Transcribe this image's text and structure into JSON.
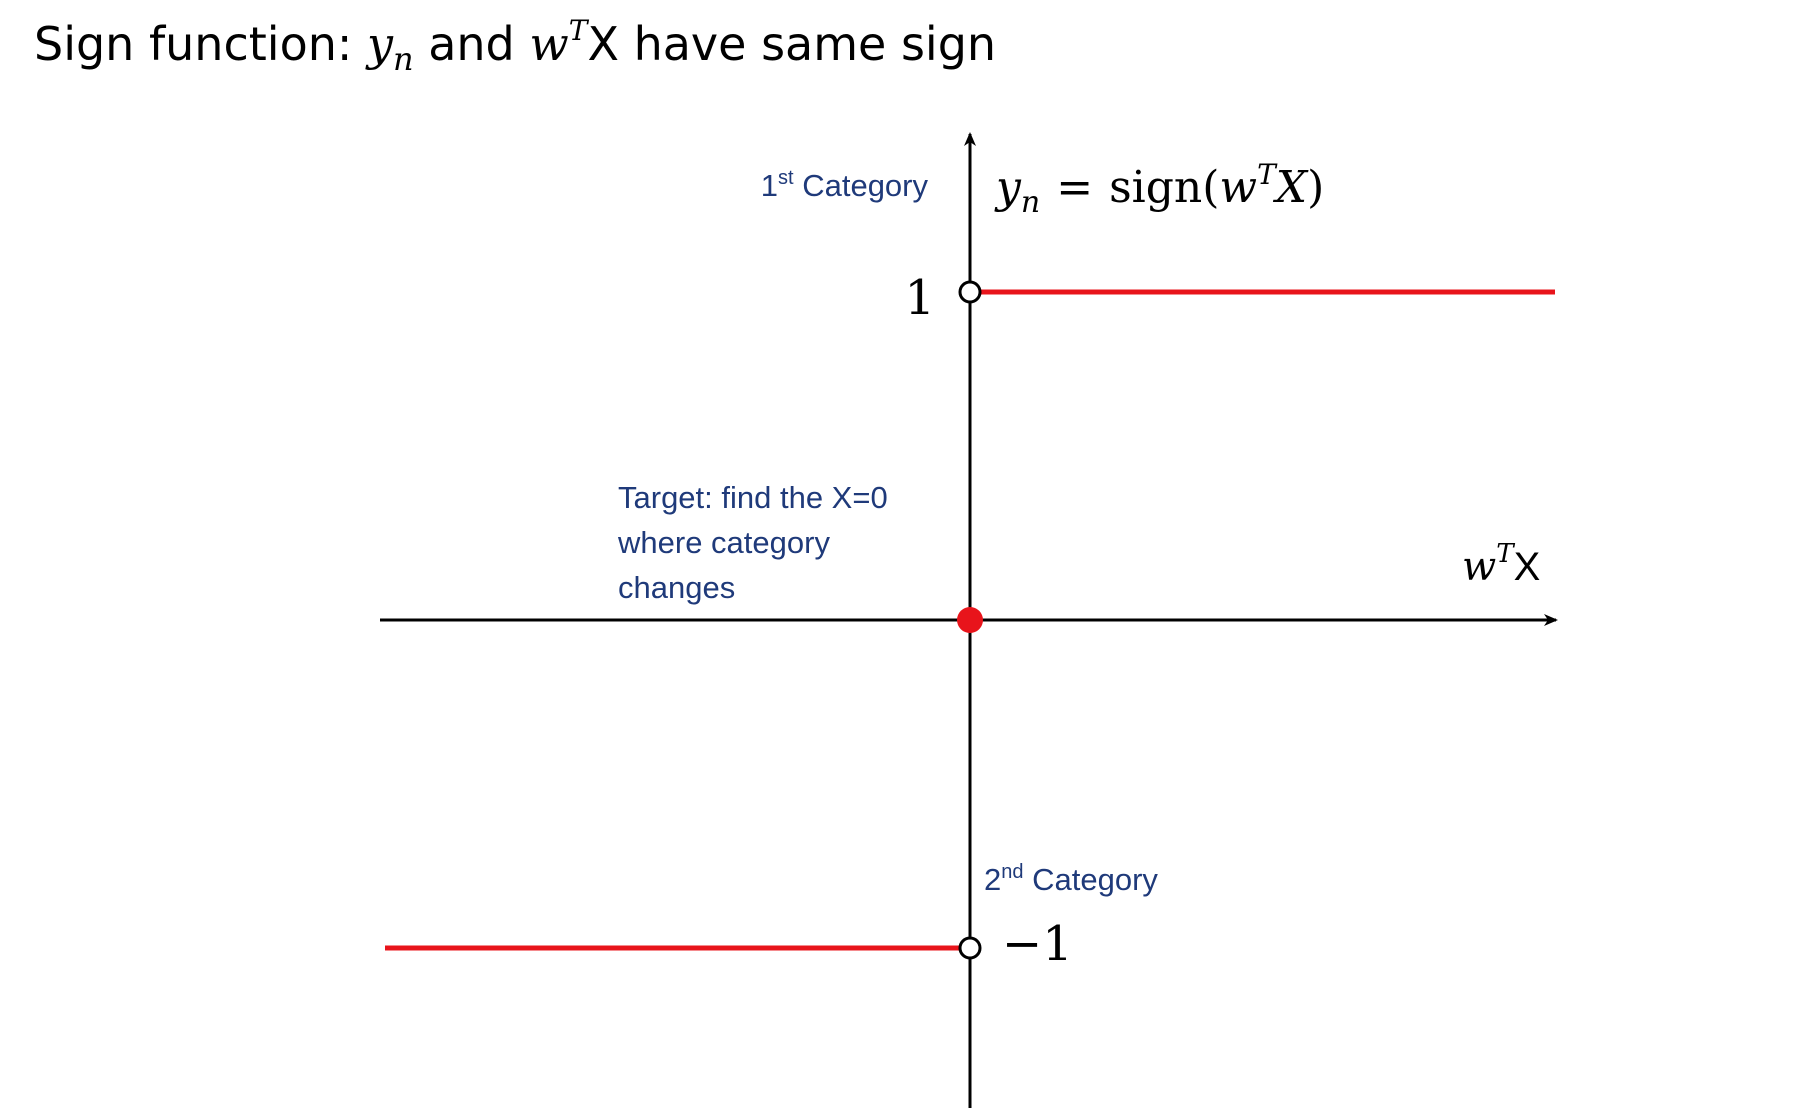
{
  "title": {
    "prefix": "Sign function: ",
    "y_var": "y",
    "y_sub": "n",
    "conj": " and ",
    "w_var": "w",
    "w_sup": "T",
    "x_var": "X",
    "suffix": " have same sign"
  },
  "equation": {
    "lhs": "y",
    "lhs_sub": "n",
    "eq": "=",
    "fn": "sign(",
    "w": "w",
    "w_sup": "T",
    "x": "X",
    "close": ")"
  },
  "labels": {
    "first_category_num": "1",
    "first_category_sup": "st",
    "first_category_text": " Category",
    "second_category_num": "2",
    "second_category_sup": "nd",
    "second_category_text": " Category",
    "target_line1": "Target: find the X=0",
    "target_line2": "where category",
    "target_line3": "changes",
    "tick_pos": "1",
    "tick_neg": "−1",
    "xaxis_w": "w",
    "xaxis_sup": "T",
    "xaxis_x": "X"
  },
  "chart_data": {
    "type": "line",
    "function": "sign",
    "series": [
      {
        "x": [
          0,
          1
        ],
        "y": [
          1,
          1
        ]
      },
      {
        "x": [
          -1,
          0
        ],
        "y": [
          -1,
          -1
        ]
      }
    ],
    "points": [
      {
        "x": 0,
        "y": 0,
        "style": "filled"
      },
      {
        "x": 0,
        "y": 1,
        "style": "open"
      },
      {
        "x": 0,
        "y": -1,
        "style": "open"
      }
    ],
    "colors": {
      "function": "#e8141b",
      "axis": "#000000",
      "labels": "#1f3a7a"
    }
  }
}
